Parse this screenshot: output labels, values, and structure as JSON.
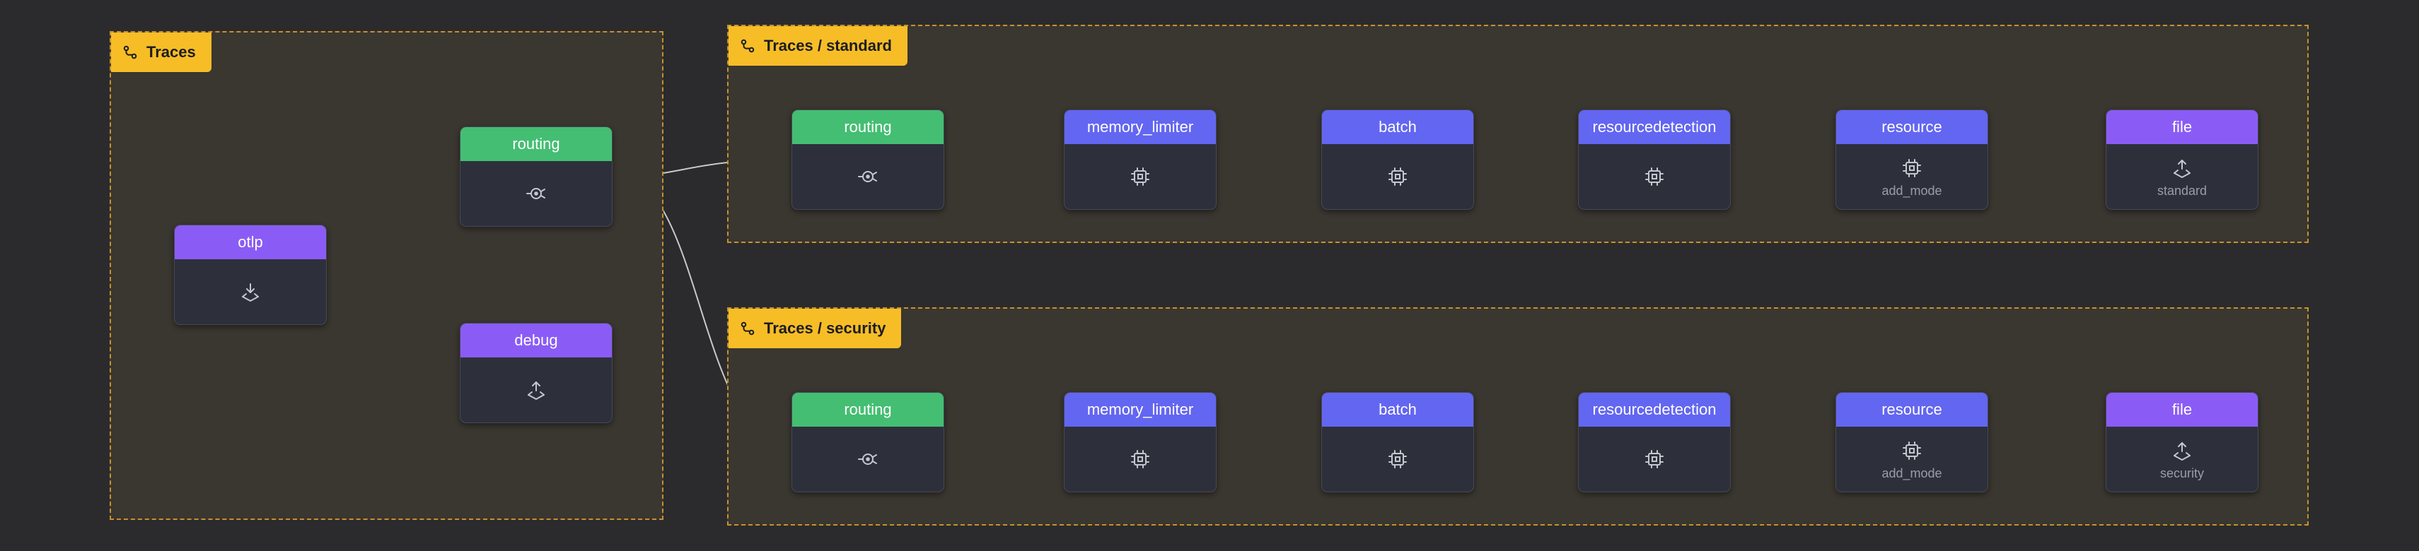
{
  "colors": {
    "background": "#2b2b2d",
    "group_fill": "#3a3630",
    "group_border": "#c8912a",
    "group_tag": "#f7bd27",
    "connector": "#44be72",
    "processor": "#6366f1",
    "receiver_exporter": "#8a5cf5",
    "node_body": "#2d303b",
    "edge": "#c9c9c9"
  },
  "groups": {
    "traces": {
      "label": "Traces",
      "icon": "pipeline-icon"
    },
    "standard": {
      "label": "Traces / standard",
      "icon": "pipeline-icon"
    },
    "security": {
      "label": "Traces / security",
      "icon": "pipeline-icon"
    }
  },
  "traces_nodes": {
    "otlp": {
      "label": "otlp",
      "kind": "receiver",
      "icon": "receiver-icon"
    },
    "routing": {
      "label": "routing",
      "kind": "connector",
      "icon": "connector-icon"
    },
    "debug": {
      "label": "debug",
      "kind": "exporter",
      "icon": "exporter-icon"
    }
  },
  "standard_nodes": {
    "routing": {
      "label": "routing",
      "kind": "connector",
      "icon": "connector-icon"
    },
    "memory_limiter": {
      "label": "memory_limiter",
      "kind": "processor",
      "icon": "processor-icon"
    },
    "batch": {
      "label": "batch",
      "kind": "processor",
      "icon": "processor-icon"
    },
    "resourcedetection": {
      "label": "resourcedetection",
      "kind": "processor",
      "icon": "processor-icon"
    },
    "resource": {
      "label": "resource",
      "kind": "processor",
      "icon": "processor-icon",
      "sub": "add_mode"
    },
    "file": {
      "label": "file",
      "kind": "exporter",
      "icon": "exporter-icon",
      "sub": "standard"
    }
  },
  "security_nodes": {
    "routing": {
      "label": "routing",
      "kind": "connector",
      "icon": "connector-icon"
    },
    "memory_limiter": {
      "label": "memory_limiter",
      "kind": "processor",
      "icon": "processor-icon"
    },
    "batch": {
      "label": "batch",
      "kind": "processor",
      "icon": "processor-icon"
    },
    "resourcedetection": {
      "label": "resourcedetection",
      "kind": "processor",
      "icon": "processor-icon"
    },
    "resource": {
      "label": "resource",
      "kind": "processor",
      "icon": "processor-icon",
      "sub": "add_mode"
    },
    "file": {
      "label": "file",
      "kind": "exporter",
      "icon": "exporter-icon",
      "sub": "security"
    }
  }
}
